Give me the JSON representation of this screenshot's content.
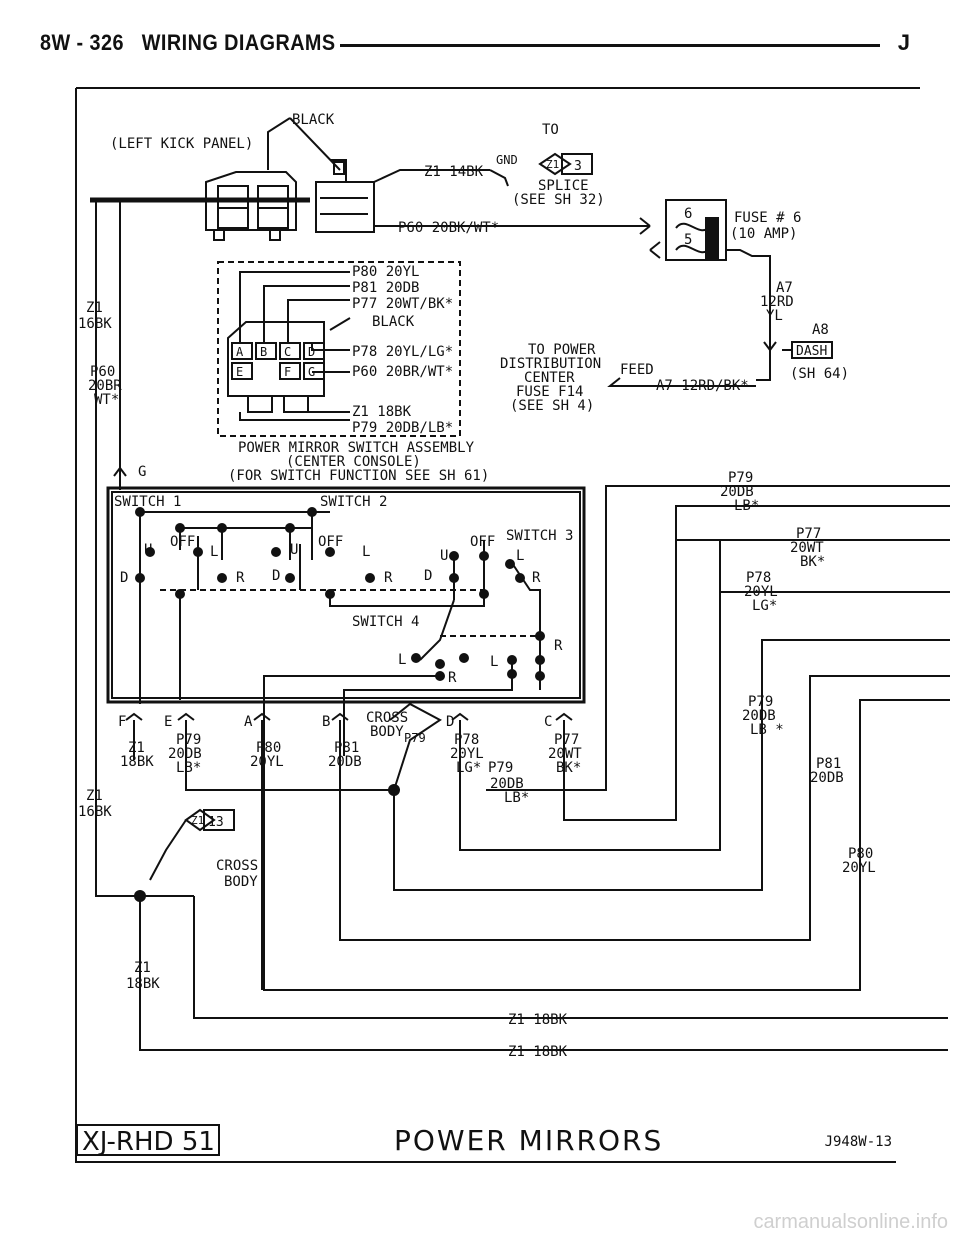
{
  "header": {
    "section": "8W - 326",
    "title": "WIRING DIAGRAMS",
    "code": "J"
  },
  "labels": {
    "black_top": "BLACK",
    "left_kick": "(LEFT KICK PANEL)",
    "to": "TO",
    "z1_14bk": "Z1 14BK",
    "gnd": "GND",
    "z1_ref": "Z1",
    "z1_ref_num": "3",
    "splice": "SPLICE",
    "see_sh32": "(SEE SH 32)",
    "p60_20bk": "P60 20BK/WT*",
    "fuse6": "FUSE # 6",
    "amp10": "(10 AMP)",
    "fuse_num6": "6",
    "fuse_num5": "5",
    "a7": "A7",
    "a7_12rd": "12RD",
    "a7_yl": "YL",
    "a8": "A8",
    "dash": "DASH",
    "sh64": "(SH 64)",
    "to_power": "TO POWER",
    "distribution": "DISTRIBUTION",
    "center": "CENTER",
    "fuse_f14": "FUSE F14",
    "see_sh4": "(SEE SH 4)",
    "feed": "FEED",
    "a7_12rdbk": "A7 12RD/BK*",
    "p80": "P80 20YL",
    "p81": "P81 20DB",
    "p77": "P77 20WT/BK*",
    "black2": "BLACK",
    "p78": "P78 20YL/LG*",
    "p60_20br": "P60 20BR/WT*",
    "z1_18bk": "Z1 18BK",
    "p79": "P79 20DB/LB*",
    "pin_a": "A",
    "pin_b": "B",
    "pin_c": "C",
    "pin_d": "D",
    "pin_e": "E",
    "pin_f": "F",
    "pin_g": "G",
    "z1_left": "Z1",
    "z1_left_ga": "16BK",
    "p60_left": "P60",
    "p60_left_ga": "20BR",
    "p60_left_col": "WT*",
    "g_label": "G",
    "assy1": "POWER MIRROR SWITCH ASSEMBLY",
    "assy2": "(CENTER CONSOLE)",
    "assy3": "(FOR SWITCH FUNCTION SEE SH 61)",
    "sw1": "SWITCH 1",
    "sw2": "SWITCH 2",
    "sw3": "SWITCH 3",
    "sw4": "SWITCH 4",
    "off": "OFF",
    "u": "U",
    "l": "L",
    "r": "R",
    "d": "D",
    "r_p79": "P79",
    "r_p79_ga": "20DB",
    "r_p79_col": "LB*",
    "r_p77": "P77",
    "r_p77_ga": "20WT",
    "r_p77_col": "BK*",
    "r_p78": "P78",
    "r_p78_ga": "20YL",
    "r_p78_col": "LG*",
    "r_p79b": "P79",
    "r_p79b_ga": "20DB",
    "r_p79b_col": "LB *",
    "r_p81": "P81",
    "r_p81_ga": "20DB",
    "r_p80": "P80",
    "r_p80_ga": "20YL",
    "cross": "CROSS",
    "body": "BODY",
    "p79_tag": "P79",
    "c_f": "F",
    "c_e": "E",
    "c_a": "A",
    "c_b": "B",
    "c_d": "D",
    "c_c": "C",
    "w_z1": "Z1",
    "w_z1_ga": "18BK",
    "w_p79": "P79",
    "w_p79_ga": "20DB",
    "w_p79_col": "LB*",
    "w_p80": "P80",
    "w_p80_ga": "20YL",
    "w_p81": "P81",
    "w_p81_ga": "20DB",
    "w_p78": "P78",
    "w_p78_ga": "20YL",
    "w_p78_col": "LG*",
    "w_p79b": "P79",
    "w_p79b_ga": "20DB",
    "w_p79b_col": "LB*",
    "w_p77": "P77",
    "w_p77_ga": "20WT",
    "w_p77_col": "BK*",
    "z1_16bk_low": "Z1",
    "z1_16bk_low_ga": "16BK",
    "z1_13": "Z1",
    "z1_13_num": "13",
    "cross2": "CROSS",
    "body2": "BODY",
    "z1_18bk_low": "Z1",
    "z1_18bk_low_ga": "18BK",
    "z1_18bk_a": "Z1 18BK",
    "z1_18bk_b": "Z1 18BK"
  },
  "footer": {
    "model": "XJ-RHD 51",
    "title": "POWER MIRRORS",
    "code": "J948W-13"
  },
  "watermark": "carmanualsonline.info"
}
